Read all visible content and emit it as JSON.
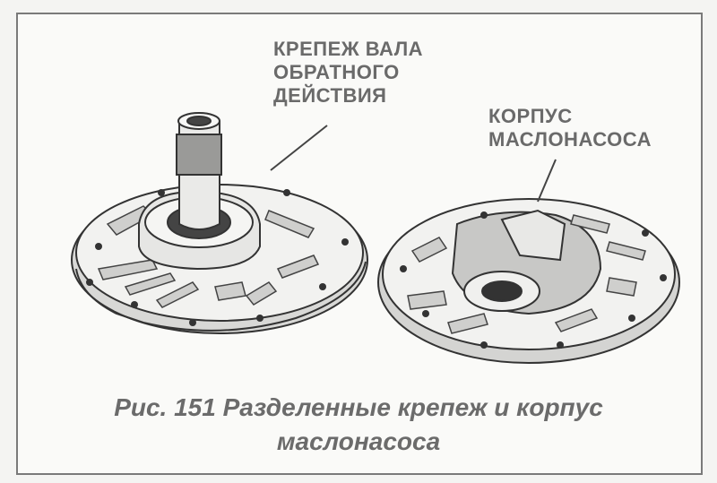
{
  "labels": {
    "reverse_shaft_mount": [
      "КРЕПЕЖ ВАЛА",
      "ОБРАТНОГО",
      "ДЕЙСТВИЯ"
    ],
    "pump_body": [
      "КОРПУС",
      "МАСЛОНАСОСА"
    ]
  },
  "caption": {
    "line1": "Рис. 151 Разделенные крепеж и корпус",
    "line2": "маслонасоса"
  }
}
